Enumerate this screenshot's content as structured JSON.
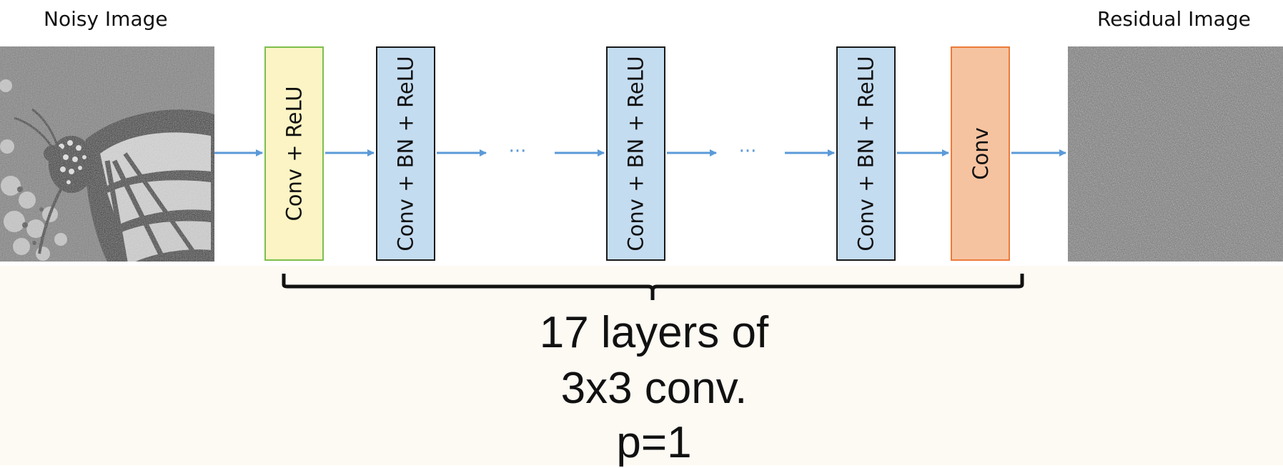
{
  "captions": {
    "input": "Noisy Image",
    "output": "Residual Image"
  },
  "layers": [
    {
      "label": "Conv + ReLU"
    },
    {
      "label": "Conv + BN + ReLU"
    },
    {
      "label": "Conv + BN + ReLU"
    },
    {
      "label": "Conv + BN + ReLU"
    },
    {
      "label": "Conv"
    }
  ],
  "ellipsis": "···",
  "summary": {
    "line1": "17 layers of",
    "line2": "3x3 conv.",
    "line3": "p=1"
  },
  "colors": {
    "arrow": "#5b9ad8",
    "relu_fill": "#fcf4c4",
    "relu_border": "#7dbf4e",
    "bn_fill": "#c4dcf0",
    "conv_fill": "#f6c3a0",
    "conv_border": "#ec7b3a"
  }
}
